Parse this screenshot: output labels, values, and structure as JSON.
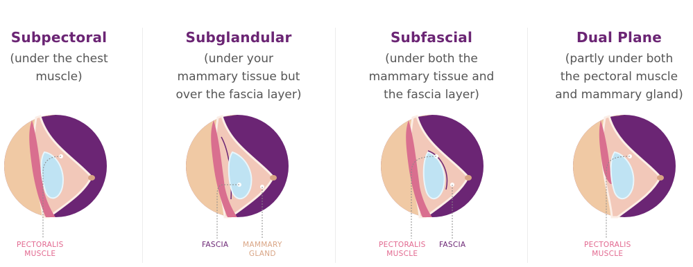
{
  "panels": [
    {
      "title": "Subpectoral",
      "desc": [
        "(under the chest",
        "muscle)"
      ],
      "labels": [
        {
          "lines": [
            "PECTORALIS",
            "MUSCLE"
          ],
          "color": "#e2688f"
        }
      ]
    },
    {
      "title": "Subglandular",
      "desc": [
        "(under your",
        "mammary tissue but",
        "over the fascia layer)"
      ],
      "labels": [
        {
          "lines": [
            "FASCIA"
          ],
          "color": "#6b2574"
        },
        {
          "lines": [
            "MAMMARY",
            "GLAND"
          ],
          "color": "#d9a585"
        }
      ]
    },
    {
      "title": "Subfascial",
      "desc": [
        "(under both the",
        "mammary tissue and",
        "the fascia layer)"
      ],
      "labels": [
        {
          "lines": [
            "PECTORALIS",
            "MUSCLE"
          ],
          "color": "#e2688f"
        },
        {
          "lines": [
            "FASCIA"
          ],
          "color": "#6b2574"
        }
      ]
    },
    {
      "title": "Dual Plane",
      "desc": [
        "(partly under both",
        "the pectoral muscle",
        "and mammary gland)"
      ],
      "labels": [
        {
          "lines": [
            "PECTORALIS",
            "MUSCLE"
          ],
          "color": "#e2688f"
        }
      ]
    }
  ],
  "colors": {
    "title": "#6b2574",
    "background_circle": "#6b2574",
    "skin": "#f0c9a4",
    "breast_tissue": "#f2c8b9",
    "muscle": "#d96f8f",
    "implant": "#bfe3f3",
    "nipple": "#d9a585"
  }
}
